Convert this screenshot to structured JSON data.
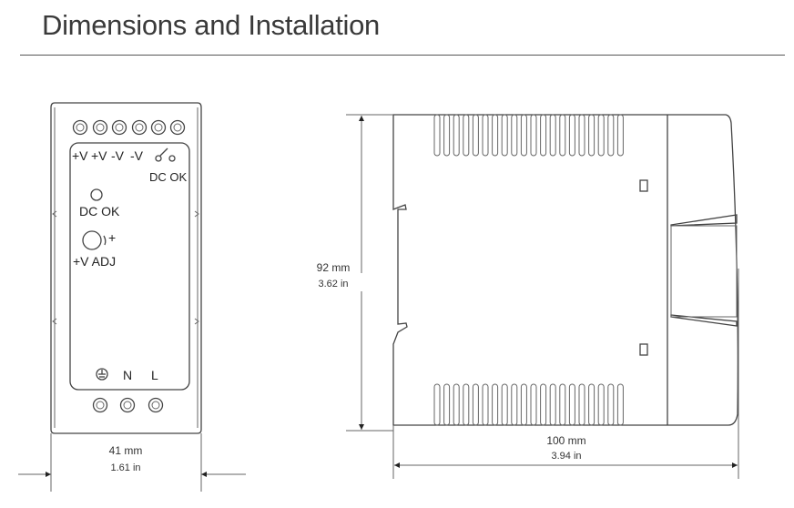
{
  "header": {
    "title": "Dimensions and Installation"
  },
  "front_view": {
    "terminal_labels": [
      "+V",
      "+V",
      "-V",
      "-V"
    ],
    "dc_ok_relay_label": "DC OK",
    "led_label": "DC OK",
    "adjust_label": "+V ADJ",
    "adjust_sign": "+",
    "input_labels": [
      "N",
      "L"
    ],
    "width_mm": "41 mm",
    "width_in": "1.61 in"
  },
  "side_view": {
    "height_mm": "92 mm",
    "height_in": "3.62 in",
    "depth_mm": "100 mm",
    "depth_in": "3.94 in"
  }
}
